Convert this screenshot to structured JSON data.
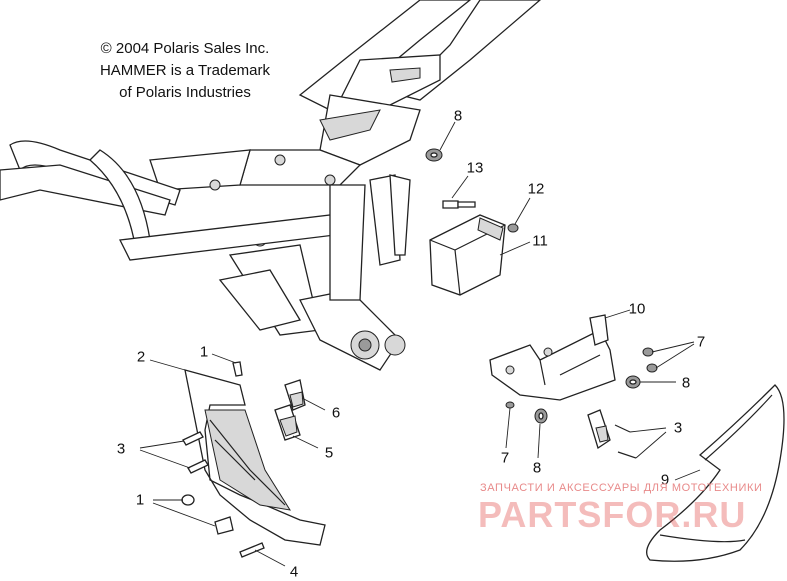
{
  "copyright": {
    "line1": "© 2004 Polaris Sales Inc.",
    "line2": "HAMMER is a Trademark",
    "line3": "of Polaris Industries"
  },
  "callouts": [
    "8",
    "13",
    "12",
    "11",
    "10",
    "7",
    "8",
    "2",
    "1",
    "6",
    "3",
    "5",
    "3",
    "7",
    "8",
    "1",
    "9",
    "4"
  ],
  "watermark": {
    "subtitle": "ЗАПЧАСТИ И АКСЕССУАРЫ ДЛЯ МОТОТЕХНИКИ",
    "logo": "PARTSFOR.RU"
  }
}
